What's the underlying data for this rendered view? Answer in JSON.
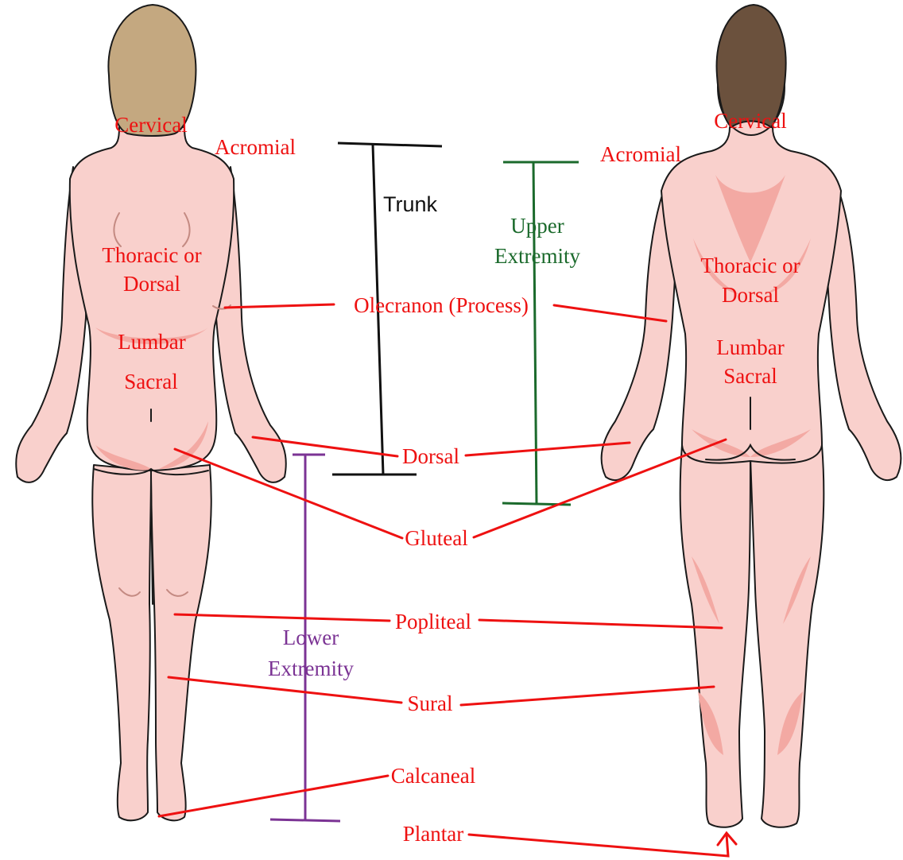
{
  "colors": {
    "region_label": "#ee1111",
    "pointer_line": "#ee1111",
    "trunk": "#111111",
    "upper_extremity": "#1b6a2c",
    "lower_extremity": "#7b3394",
    "skin": "#f9d0cc",
    "skin_shade": "#f3a9a3",
    "hair_female": "#c4a880",
    "hair_male": "#6b513d"
  },
  "figures": {
    "female": {
      "view": "posterior",
      "hair_icon": "female-hair"
    },
    "male": {
      "view": "posterior",
      "hair_icon": "male-hair"
    }
  },
  "labels": {
    "cervical_left": "Cervical",
    "cervical_right": "Cervical",
    "acromial_left": "Acromial",
    "acromial_right": "Acromial",
    "thoracic_left_1": "Thoracic or",
    "thoracic_left_2": "Dorsal",
    "thoracic_right_1": "Thoracic or",
    "thoracic_right_2": "Dorsal",
    "lumbar_left": "Lumbar",
    "lumbar_right": "Lumbar",
    "sacral_left": "Sacral",
    "sacral_right": "Sacral",
    "olecranon": "Olecranon (Process)",
    "dorsal": "Dorsal",
    "gluteal": "Gluteal",
    "popliteal": "Popliteal",
    "sural": "Sural",
    "calcaneal": "Calcaneal",
    "plantar": "Plantar"
  },
  "brackets": {
    "trunk": "Trunk",
    "upper_1": "Upper",
    "upper_2": "Extremity",
    "lower_1": "Lower",
    "lower_2": "Extremity"
  }
}
